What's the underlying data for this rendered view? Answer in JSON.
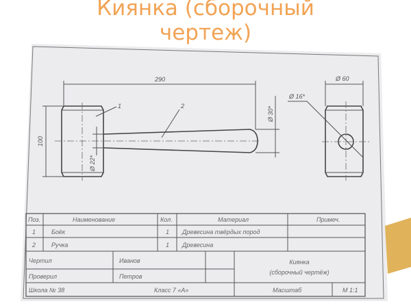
{
  "slide_title_line1": "Киянка (сборочный",
  "slide_title_line2": "чертеж)",
  "colors": {
    "title": "#f2a355",
    "paper": "#ecebee"
  },
  "drawing": {
    "dim_length": "290",
    "dim_height": "100",
    "dim_handle_small": "Ø 22*",
    "dim_handle_large": "Ø 30*",
    "dim_head_diameter": "Ø 60",
    "dim_hole": "Ø 16*",
    "leader_1": "1",
    "leader_2": "2"
  },
  "spec_table": {
    "headers": [
      "Поз.",
      "Наименование",
      "Кол.",
      "Материал",
      "Примеч."
    ],
    "rows": [
      [
        "1",
        "Боёк",
        "1",
        "Древесина твёрдых пород",
        ""
      ],
      [
        "2",
        "Ручка",
        "1",
        "Древесина",
        ""
      ]
    ]
  },
  "title_block": {
    "drew_label": "Чертил",
    "drew_name": "Иванов",
    "checked_label": "Проверил",
    "checked_name": "Петров",
    "part_name_line1": "Киянка",
    "part_name_line2": "(сборочный чертёж)",
    "school": "Школа № 38",
    "class": "Класс 7 «А»",
    "scale_label": "Масштаб",
    "scale_value": "М 1:1"
  }
}
